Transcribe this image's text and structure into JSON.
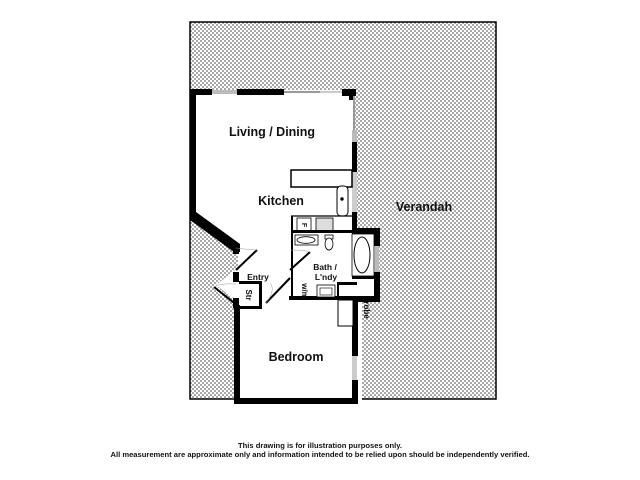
{
  "floorplan": {
    "rooms": [
      {
        "id": "living",
        "label": "Living / Dining"
      },
      {
        "id": "kitchen",
        "label": "Kitchen"
      },
      {
        "id": "verandah",
        "label": "Verandah"
      },
      {
        "id": "entry",
        "label": "Entry"
      },
      {
        "id": "storage",
        "label": "Str"
      },
      {
        "id": "bath",
        "label_line1": "Bath /",
        "label_line2": "L'ndy"
      },
      {
        "id": "wm",
        "label": "w/m"
      },
      {
        "id": "robe",
        "label": "robe"
      },
      {
        "id": "bedroom",
        "label": "Bedroom"
      },
      {
        "id": "fridge",
        "label": "F"
      }
    ]
  },
  "disclaimer": {
    "line1": "This drawing is for illustration purposes only.",
    "line2": "All measurement are approximate only and information intended to be relied upon should be independently verified."
  },
  "colors": {
    "wall": "#000000",
    "hatch_light": "#ffffff",
    "hatch_dark": "#9a9a9a",
    "window": "#bfbfbf"
  }
}
